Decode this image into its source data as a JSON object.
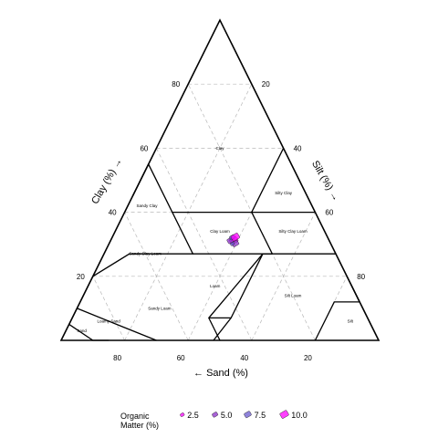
{
  "chart_data": {
    "type": "scatter",
    "chart_kind": "ternary",
    "title": "",
    "axes": {
      "clay": {
        "label": "Clay (%) →",
        "ticks": [
          "20",
          "40",
          "60",
          "80"
        ]
      },
      "silt": {
        "label": "Silt (%) →",
        "ticks": [
          "20",
          "40",
          "60",
          "80"
        ]
      },
      "sand": {
        "label": "← Sand (%)",
        "ticks": [
          "80",
          "60",
          "40",
          "20"
        ]
      }
    },
    "grid": true,
    "regions": [
      {
        "name": "Clay",
        "sand": 20,
        "silt": 20,
        "clay": 60
      },
      {
        "name": "Silty Clay",
        "sand": 7,
        "silt": 47,
        "clay": 46
      },
      {
        "name": "Sandy Clay",
        "sand": 52,
        "silt": 6,
        "clay": 42
      },
      {
        "name": "Clay Loam",
        "sand": 33,
        "silt": 33,
        "clay": 34
      },
      {
        "name": "Silty Clay Loam",
        "sand": 10,
        "silt": 56,
        "clay": 34
      },
      {
        "name": "Sandy Clay Loam",
        "sand": 60,
        "silt": 13,
        "clay": 27
      },
      {
        "name": "Loam",
        "sand": 43,
        "silt": 40,
        "clay": 17
      },
      {
        "name": "Silt Loam",
        "sand": 20,
        "silt": 66,
        "clay": 14
      },
      {
        "name": "Sandy Loam",
        "sand": 64,
        "silt": 26,
        "clay": 10
      },
      {
        "name": "Silt",
        "sand": 6,
        "silt": 88,
        "clay": 6
      },
      {
        "name": "Loamy Sand",
        "sand": 82,
        "silt": 12,
        "clay": 6
      },
      {
        "name": "Sand",
        "sand": 92,
        "silt": 5,
        "clay": 3
      }
    ],
    "series": [
      {
        "points": [
          {
            "sand": 30,
            "silt": 39,
            "clay": 31,
            "om": 10.0
          },
          {
            "sand": 31,
            "silt": 38,
            "clay": 31,
            "om": 7.5
          },
          {
            "sand": 30,
            "silt": 38,
            "clay": 32,
            "om": 5.0
          },
          {
            "sand": 29,
            "silt": 39,
            "clay": 32,
            "om": 10.0
          },
          {
            "sand": 30,
            "silt": 40,
            "clay": 30,
            "om": 7.5
          },
          {
            "sand": 31,
            "silt": 39,
            "clay": 30,
            "om": 2.5
          }
        ],
        "colors": [
          "#ff00ff",
          "#8b2fc9",
          "#6a5acd"
        ]
      }
    ],
    "legend": {
      "title_line1": "Organic",
      "title_line2": "Matter (%)",
      "position": "bottom",
      "items": [
        {
          "value": 2.5,
          "label": "2.5"
        },
        {
          "value": 5.0,
          "label": "5.0"
        },
        {
          "value": 7.5,
          "label": "7.5"
        },
        {
          "value": 10.0,
          "label": "10.0"
        }
      ]
    }
  }
}
